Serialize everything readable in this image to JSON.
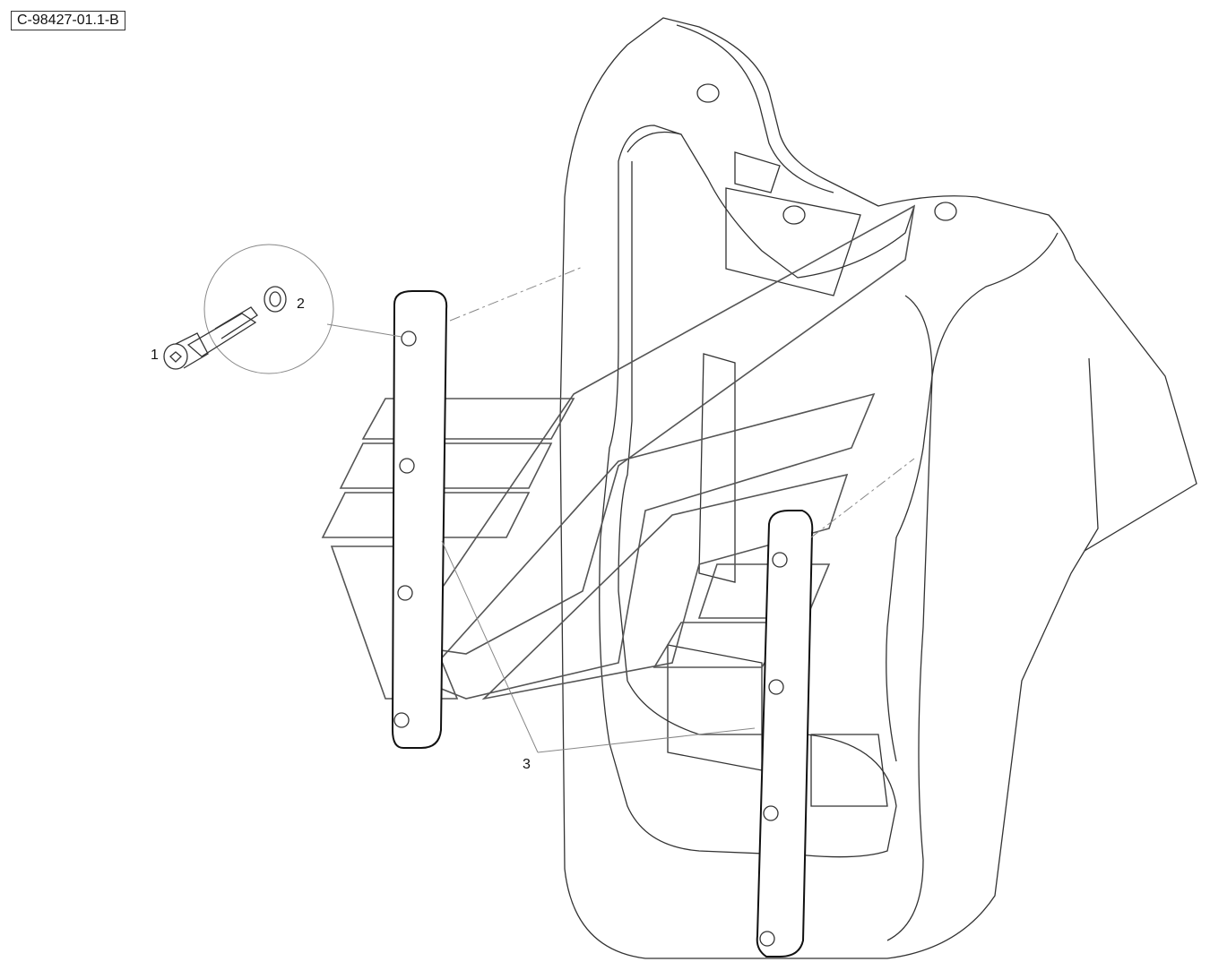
{
  "drawing": {
    "reference_id": "C-98427-01.1-B",
    "callouts": [
      {
        "number": "1",
        "part": "socket-head-cap-screw"
      },
      {
        "number": "2",
        "part": "lock-washer"
      },
      {
        "number": "3",
        "part": "mounting-bar"
      }
    ]
  }
}
